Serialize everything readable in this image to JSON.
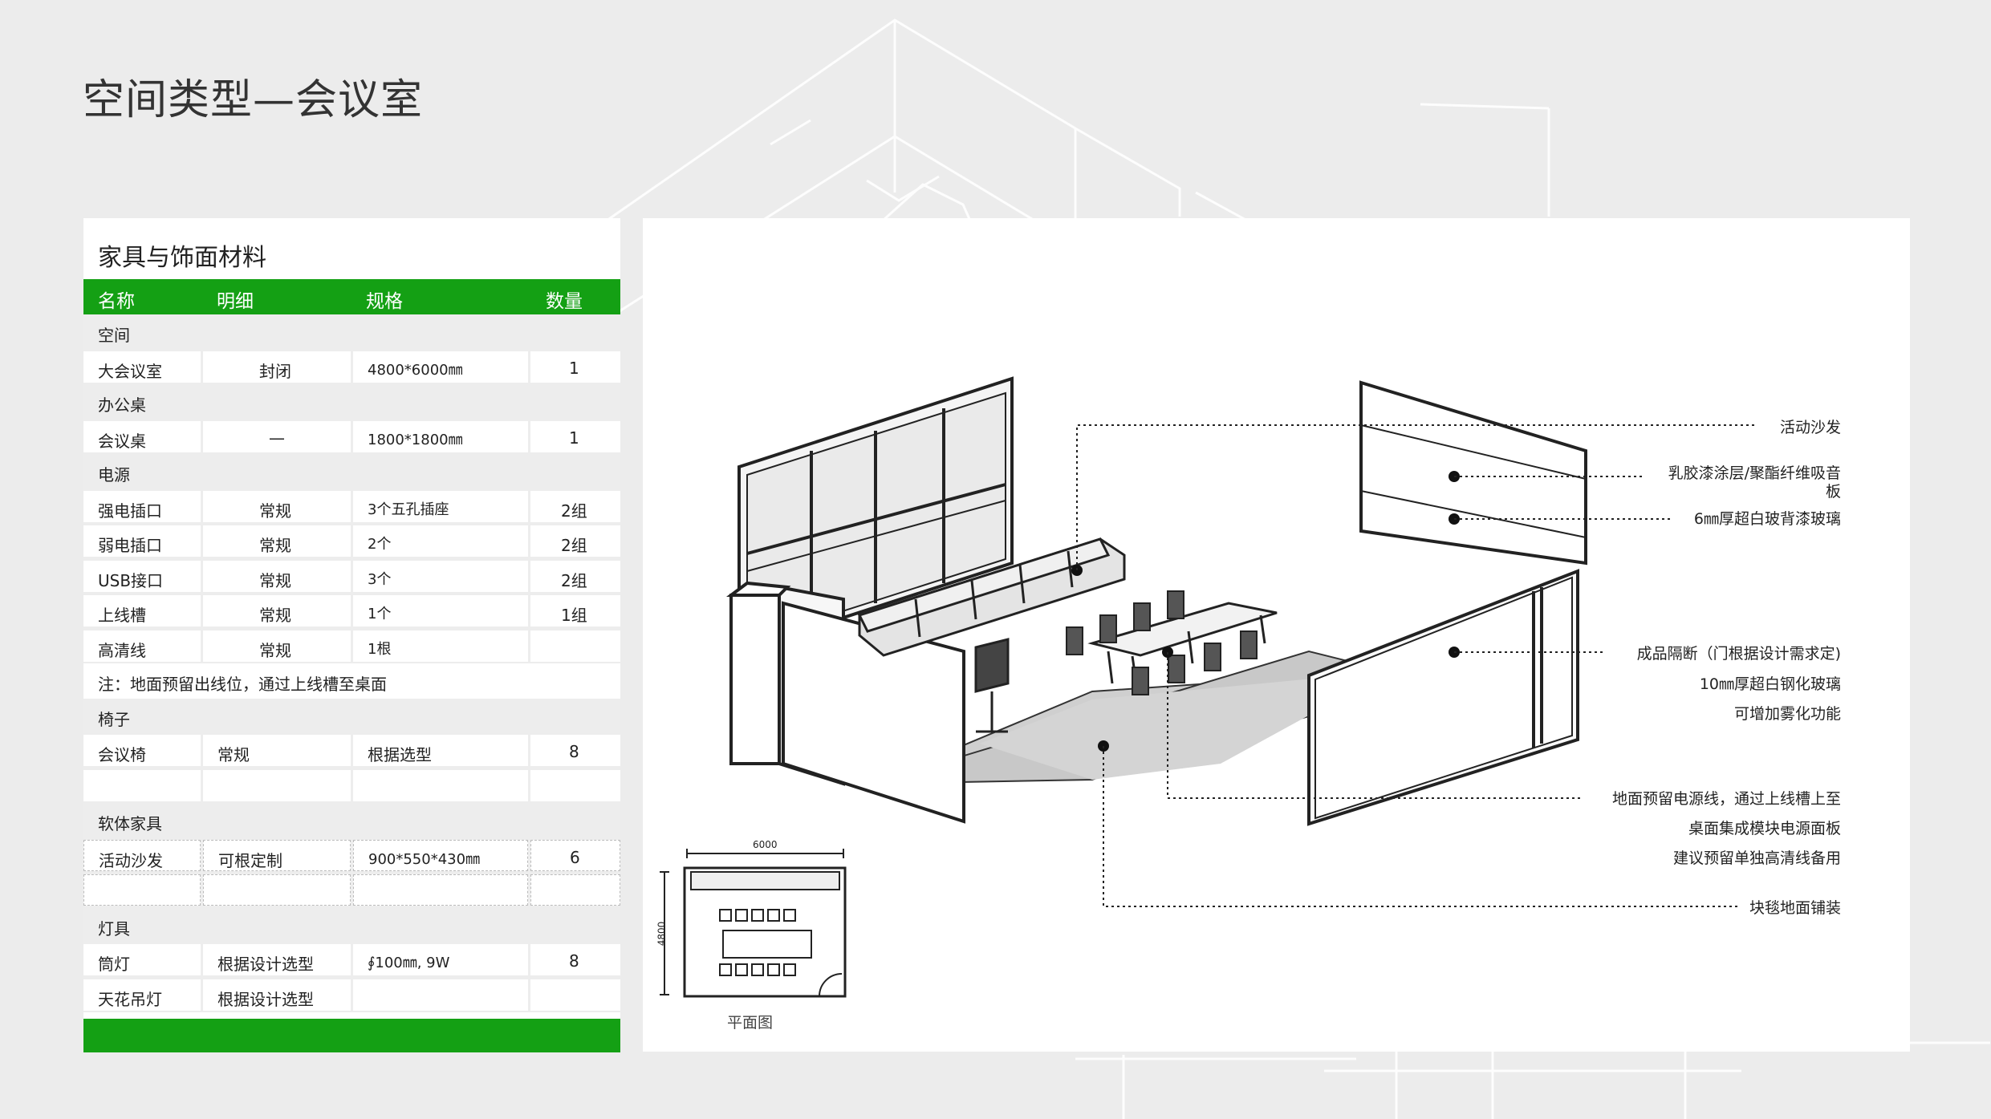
{
  "page_title": "空间类型—会议室",
  "table": {
    "heading": "家具与饰面材料",
    "headers": [
      "名称",
      "明细",
      "规格",
      "数量"
    ],
    "sections": [
      {
        "category": "空间",
        "rows": [
          [
            "大会议室",
            "封闭",
            "4800*6000㎜",
            "1"
          ]
        ]
      },
      {
        "category": "办公桌",
        "rows": [
          [
            "会议桌",
            "—",
            "1800*1800㎜",
            "1"
          ]
        ]
      },
      {
        "category": "电源",
        "rows": [
          [
            "强电插口",
            "常规",
            "3个五孔插座",
            "2组"
          ],
          [
            "弱电插口",
            "常规",
            "2个",
            "2组"
          ],
          [
            "USB接口",
            "常规",
            "3个",
            "2组"
          ],
          [
            "上线槽",
            "常规",
            "1个",
            "1组"
          ],
          [
            "高清线",
            "常规",
            "1根",
            ""
          ]
        ]
      },
      {
        "note": "注：地面预留出线位，通过上线槽至桌面"
      },
      {
        "category": "椅子",
        "rows": [
          [
            "会议椅",
            "常规",
            "根据选型",
            "8"
          ],
          [
            "",
            "",
            "",
            ""
          ]
        ]
      },
      {
        "category": "软体家具",
        "rows": [
          [
            "活动沙发",
            "可根定制",
            "900*550*430㎜",
            "6"
          ],
          [
            "",
            "",
            "",
            ""
          ]
        ]
      },
      {
        "category": "灯具",
        "rows": [
          [
            "筒灯",
            "根据设计选型",
            "∮100㎜, 9W",
            "8"
          ],
          [
            "天花吊灯",
            "根据设计选型",
            "",
            ""
          ]
        ]
      }
    ]
  },
  "diagram": {
    "callouts": {
      "sofa": "活动沙发",
      "wall_finish_1": "乳胶漆涂层/聚酯纤维吸音",
      "wall_finish_2": "板",
      "glass_back": "6㎜厚超白玻背漆玻璃",
      "partition": "成品隔断（门根据设计需求定)",
      "tempered_glass": "10㎜厚超白钢化玻璃",
      "fog": "可增加雾化功能",
      "floor_power_1": "地面预留电源线，通过上线槽上至",
      "floor_power_2": "桌面集成模块电源面板",
      "hdmi": "建议预留单独高清线备用",
      "carpet": "块毯地面铺装"
    },
    "plan": {
      "width_dim": "6000",
      "depth_dim": "4800",
      "label": "平面图"
    }
  }
}
